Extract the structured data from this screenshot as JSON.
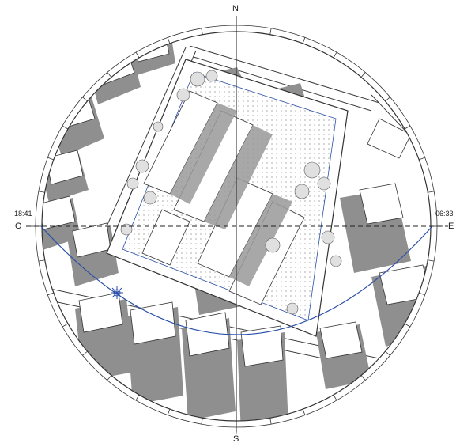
{
  "compass": {
    "north": "N",
    "south": "S",
    "west": "O",
    "east": "E"
  },
  "sun": {
    "sunset_time": "18:41",
    "sunrise_time": "06:33",
    "path_color": "#2a4fa8"
  },
  "colors": {
    "shadow": "#8f8f8f",
    "building": "#ffffff",
    "line": "#2b2b2b",
    "vegetation": "#d9d9d9"
  }
}
